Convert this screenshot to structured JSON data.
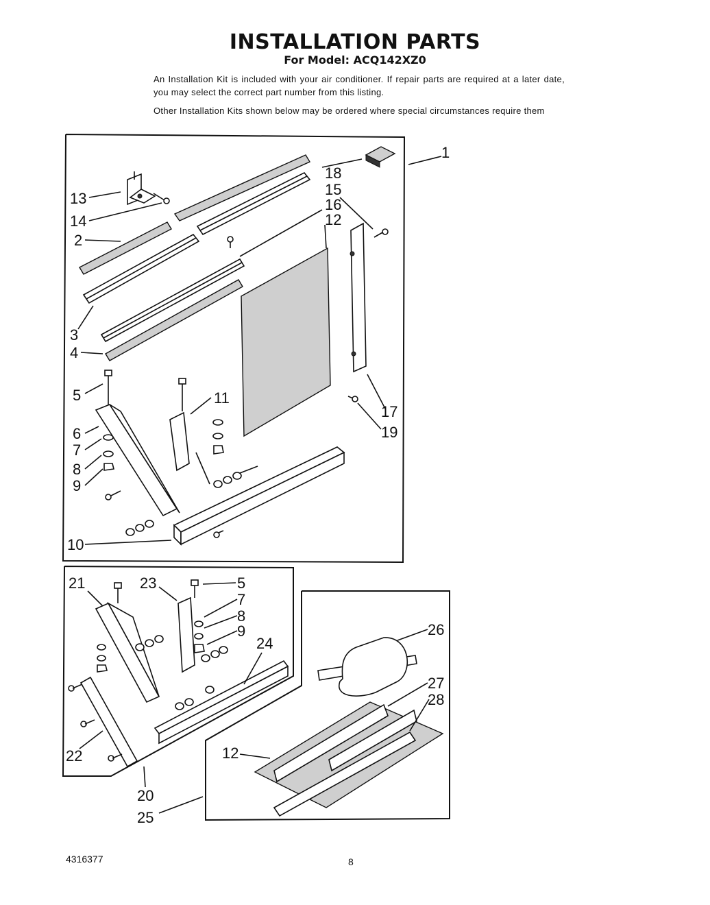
{
  "header": {
    "title": "INSTALLATION PARTS",
    "subtitle": "For Model: ACQ142XZ0"
  },
  "intro": {
    "paragraph_1": "An Installation Kit is included with your air conditioner. If repair parts are required at a later date, you may select the correct part number from this listing.",
    "paragraph_2": "Other Installation Kits shown below may be ordered where special circumstances require them"
  },
  "diagram": {
    "callouts_main": [
      "1",
      "2",
      "3",
      "4",
      "5",
      "6",
      "7",
      "8",
      "9",
      "10",
      "11",
      "12",
      "13",
      "14",
      "15",
      "16",
      "17",
      "18",
      "19"
    ],
    "callouts_kit_a": [
      "21",
      "23",
      "5",
      "7",
      "8",
      "9",
      "24",
      "22",
      "20"
    ],
    "callouts_kit_b": [
      "26",
      "27",
      "28",
      "12",
      "25"
    ]
  },
  "footer": {
    "doc_number": "4316377",
    "page_number": "8"
  }
}
